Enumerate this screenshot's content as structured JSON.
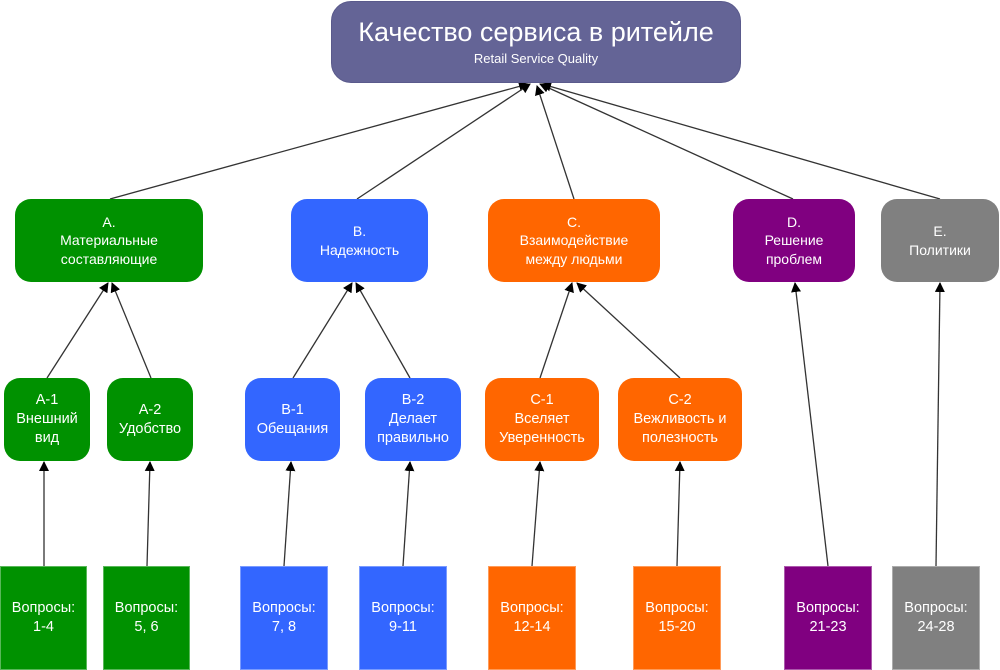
{
  "colors": {
    "root": "#646496",
    "A": "#009100",
    "B": "#3366FF",
    "C": "#FF6600",
    "D": "#800080",
    "E": "#808080",
    "arrow": "#333333"
  },
  "root": {
    "title": "Качество сервиса в ритейле",
    "subtitle": "Retail Service Quality"
  },
  "categories": [
    {
      "id": "A",
      "lines": [
        "A.",
        "Материальные",
        "составляющие"
      ]
    },
    {
      "id": "B",
      "lines": [
        "B.",
        "Надежность"
      ]
    },
    {
      "id": "C",
      "lines": [
        "C.",
        "Взаимодействие",
        "между людьми"
      ]
    },
    {
      "id": "D",
      "lines": [
        "D.",
        "Решение",
        "проблем"
      ]
    },
    {
      "id": "E",
      "lines": [
        "E.",
        "Политики"
      ]
    }
  ],
  "subcategories": [
    {
      "id": "A-1",
      "parent": "A",
      "lines": [
        "A-1",
        "Внешний",
        "вид"
      ]
    },
    {
      "id": "A-2",
      "parent": "A",
      "lines": [
        "A-2",
        "Удобство"
      ]
    },
    {
      "id": "B-1",
      "parent": "B",
      "lines": [
        "B-1",
        "Обещания"
      ]
    },
    {
      "id": "B-2",
      "parent": "B",
      "lines": [
        "B-2",
        "Делает",
        "правильно"
      ]
    },
    {
      "id": "C-1",
      "parent": "C",
      "lines": [
        "C-1",
        "Вселяет",
        "Уверенность"
      ]
    },
    {
      "id": "C-2",
      "parent": "C",
      "lines": [
        "C-2",
        "Вежливость и",
        "полезность"
      ]
    }
  ],
  "questions": [
    {
      "parent": "A-1",
      "label": "Вопросы:",
      "range": "1-4"
    },
    {
      "parent": "A-2",
      "label": "Вопросы:",
      "range": "5, 6"
    },
    {
      "parent": "B-1",
      "label": "Вопросы:",
      "range": "7, 8"
    },
    {
      "parent": "B-2",
      "label": "Вопросы:",
      "range": "9-11"
    },
    {
      "parent": "C-1",
      "label": "Вопросы:",
      "range": "12-14"
    },
    {
      "parent": "C-2",
      "label": "Вопросы:",
      "range": "15-20"
    },
    {
      "parent": "D",
      "label": "Вопросы:",
      "range": "21-23"
    },
    {
      "parent": "E",
      "label": "Вопросы:",
      "range": "24-28"
    }
  ]
}
